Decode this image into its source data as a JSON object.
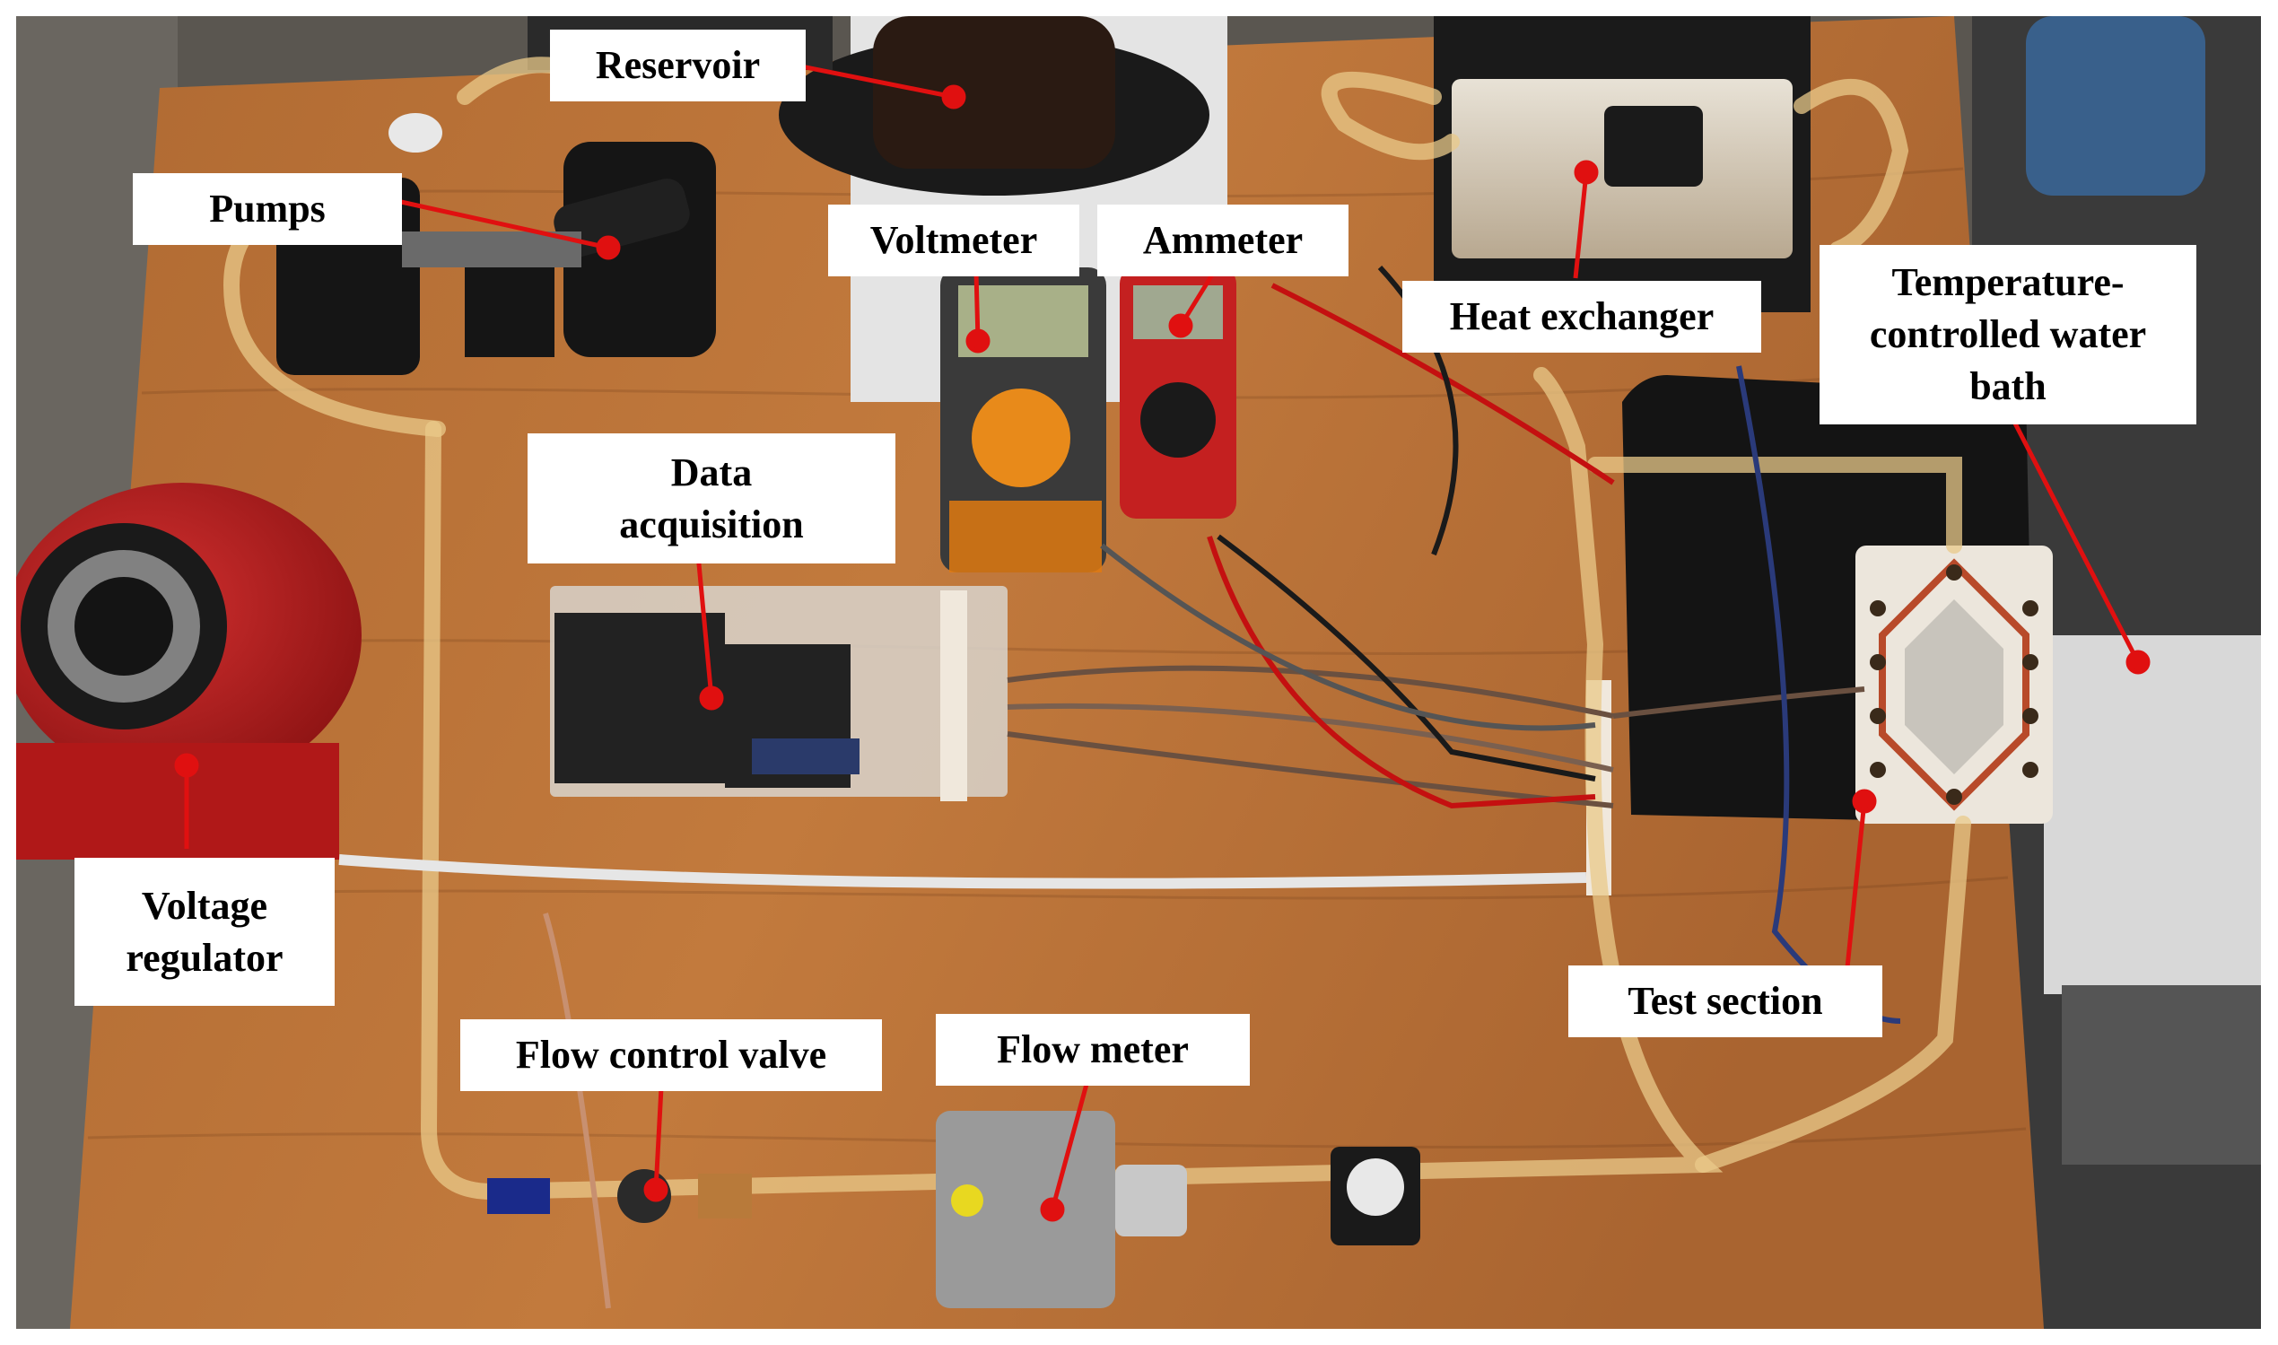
{
  "figure": {
    "labels": {
      "reservoir": "Reservoir",
      "pumps": "Pumps",
      "voltmeter": "Voltmeter",
      "ammeter": "Ammeter",
      "heat_exchanger": "Heat exchanger",
      "water_bath": "Temperature-\ncontrolled water\nbath",
      "data_acquisition": "Data\nacquisition",
      "voltage_regulator": "Voltage\nregulator",
      "test_section": "Test section",
      "flow_control_valve": "Flow control valve",
      "flow_meter": "Flow meter"
    },
    "callout_color": "#e01010"
  }
}
